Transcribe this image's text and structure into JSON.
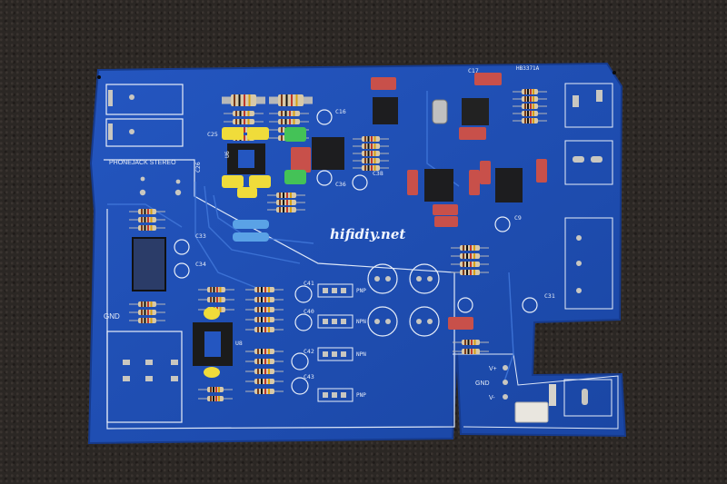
{
  "board": {
    "logo_text": "hifidiy.net",
    "board_id": "HB3371A",
    "phonejack_label": "PHONEJACK STEREO",
    "gnd_label": "GND",
    "power_labels": {
      "vplus": "V+",
      "gnd": "GND",
      "vminus": "V-"
    },
    "transistor_labels": {
      "pnp_top": "PNP",
      "npn_top": "NPN",
      "npn_bottom": "NPN",
      "pnp_bottom": "PNP"
    },
    "capacitor_labels": {
      "c25": "C25",
      "c26": "C26",
      "c16": "C16",
      "c36": "C36",
      "c38": "C38",
      "c33": "C33",
      "c34": "C34",
      "c41": "C41",
      "c40": "C40",
      "c42": "C42",
      "c43": "C43",
      "c31": "C31",
      "c9": "C9",
      "c17": "C17"
    },
    "ic_labels": {
      "u6": "U6",
      "u8": "U8"
    },
    "colors": {
      "pcb_blue": "#1f4fb3",
      "resistor_body": "#d8c9a8",
      "red_cap": "#c8504a",
      "yellow_cap": "#f0dc3a",
      "green_cap": "#44c257",
      "blue_resistor": "#5aa2e6",
      "silkscreen": "#e8eef8"
    }
  }
}
